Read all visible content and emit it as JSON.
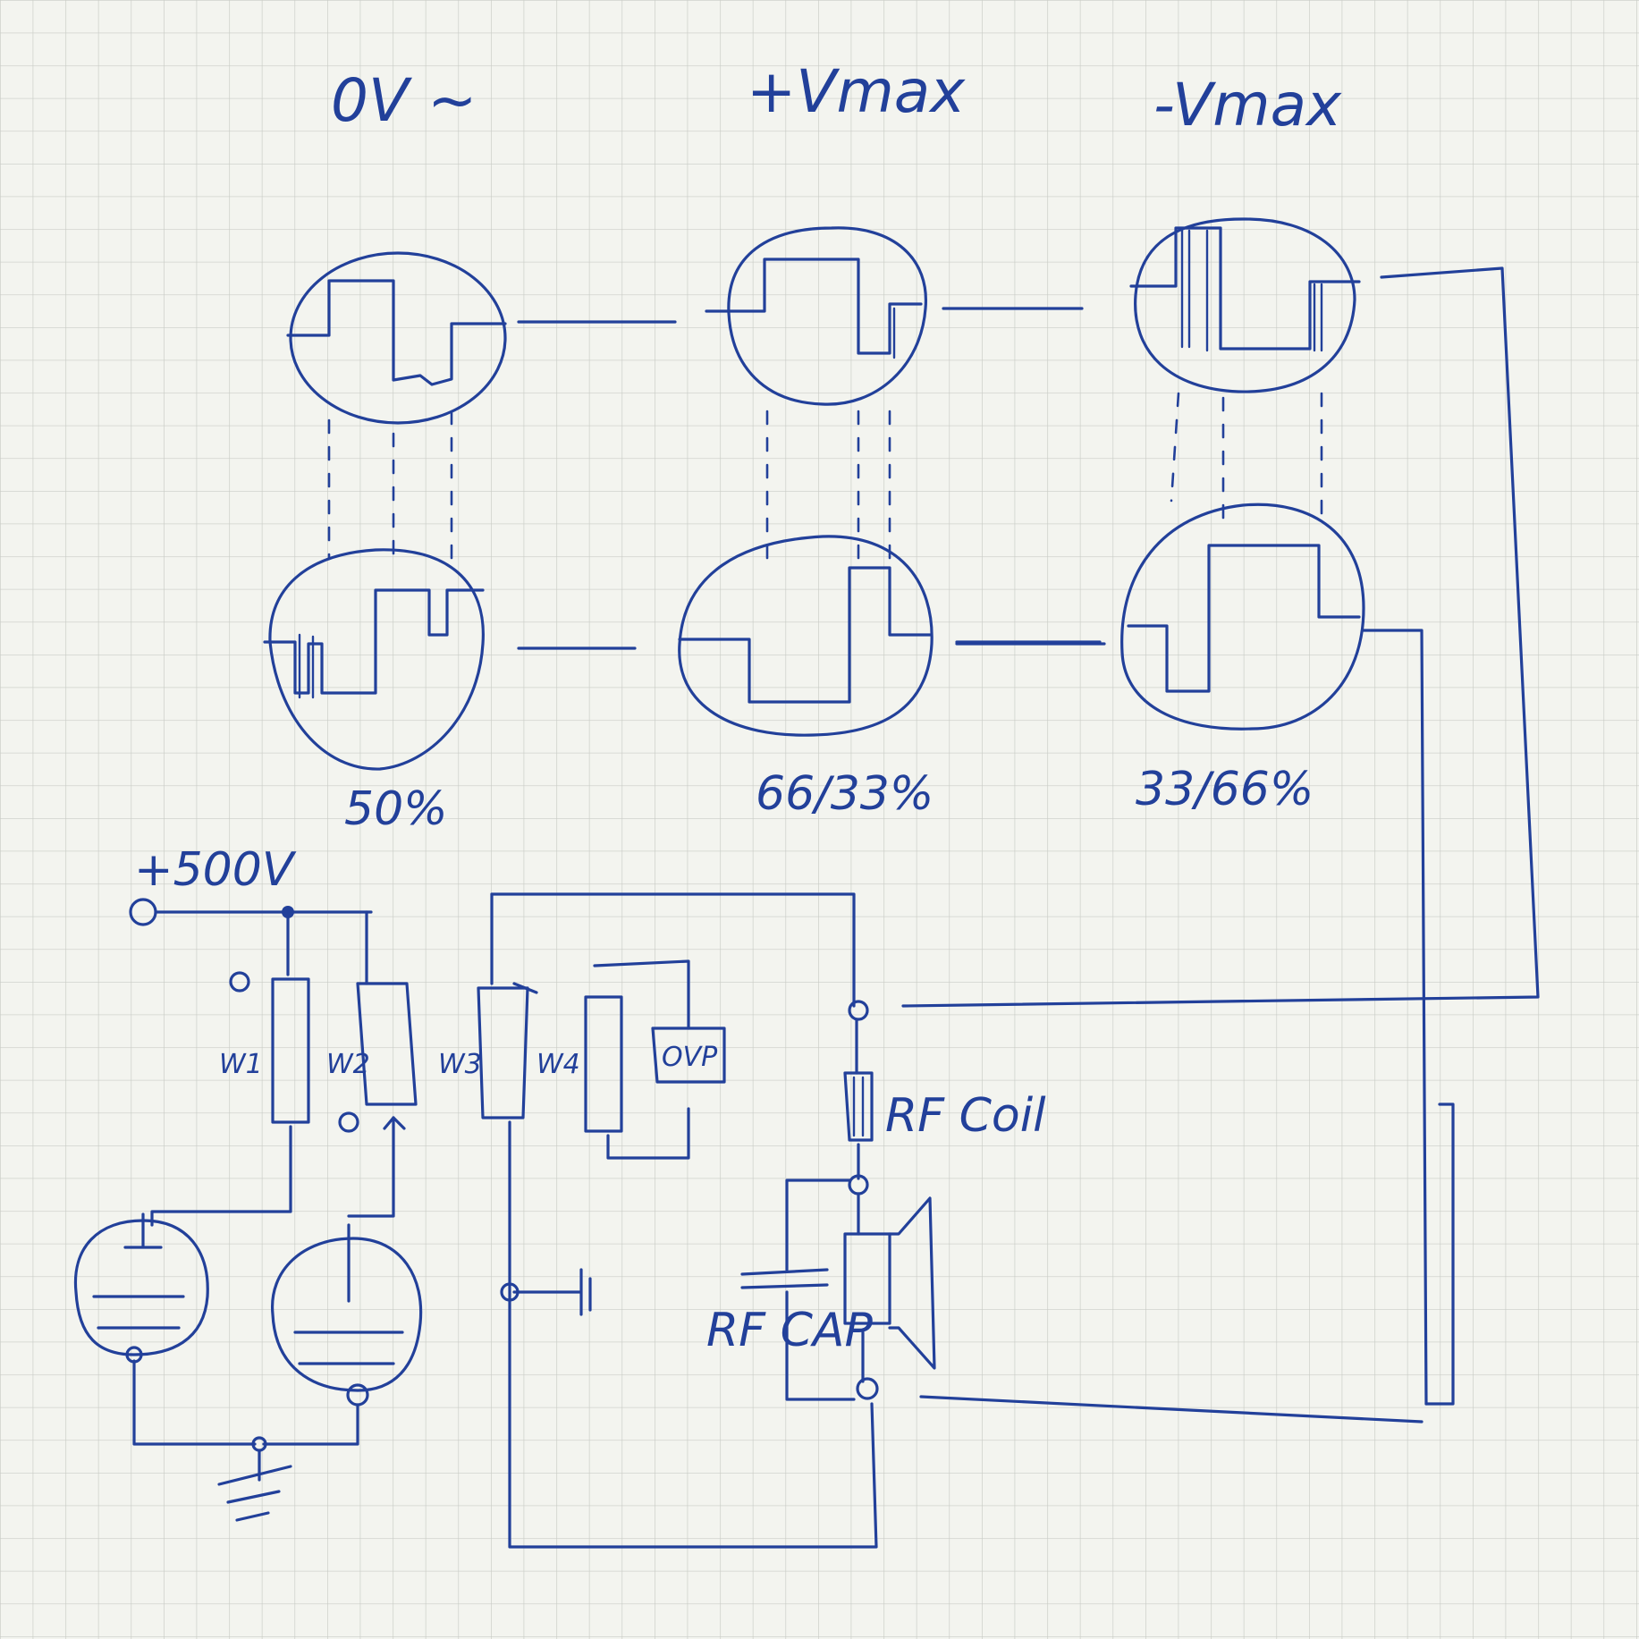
{
  "columns": [
    {
      "heading": "0V ~",
      "duty": "50%"
    },
    {
      "heading": "+Vmax",
      "duty": "66/33%"
    },
    {
      "heading": "-Vmax",
      "duty": "33/66%"
    }
  ],
  "circuit": {
    "supply_label": "+500V",
    "windings": [
      "W1",
      "W2",
      "W3",
      "W4"
    ],
    "ovp_label": "OVP",
    "rf_coil_label": "RF Coil",
    "rf_cap_label": "RF CAP"
  },
  "colors": {
    "ink": "#22409a",
    "paper": "#f3f4ef",
    "grid": "#c9ccc6"
  }
}
